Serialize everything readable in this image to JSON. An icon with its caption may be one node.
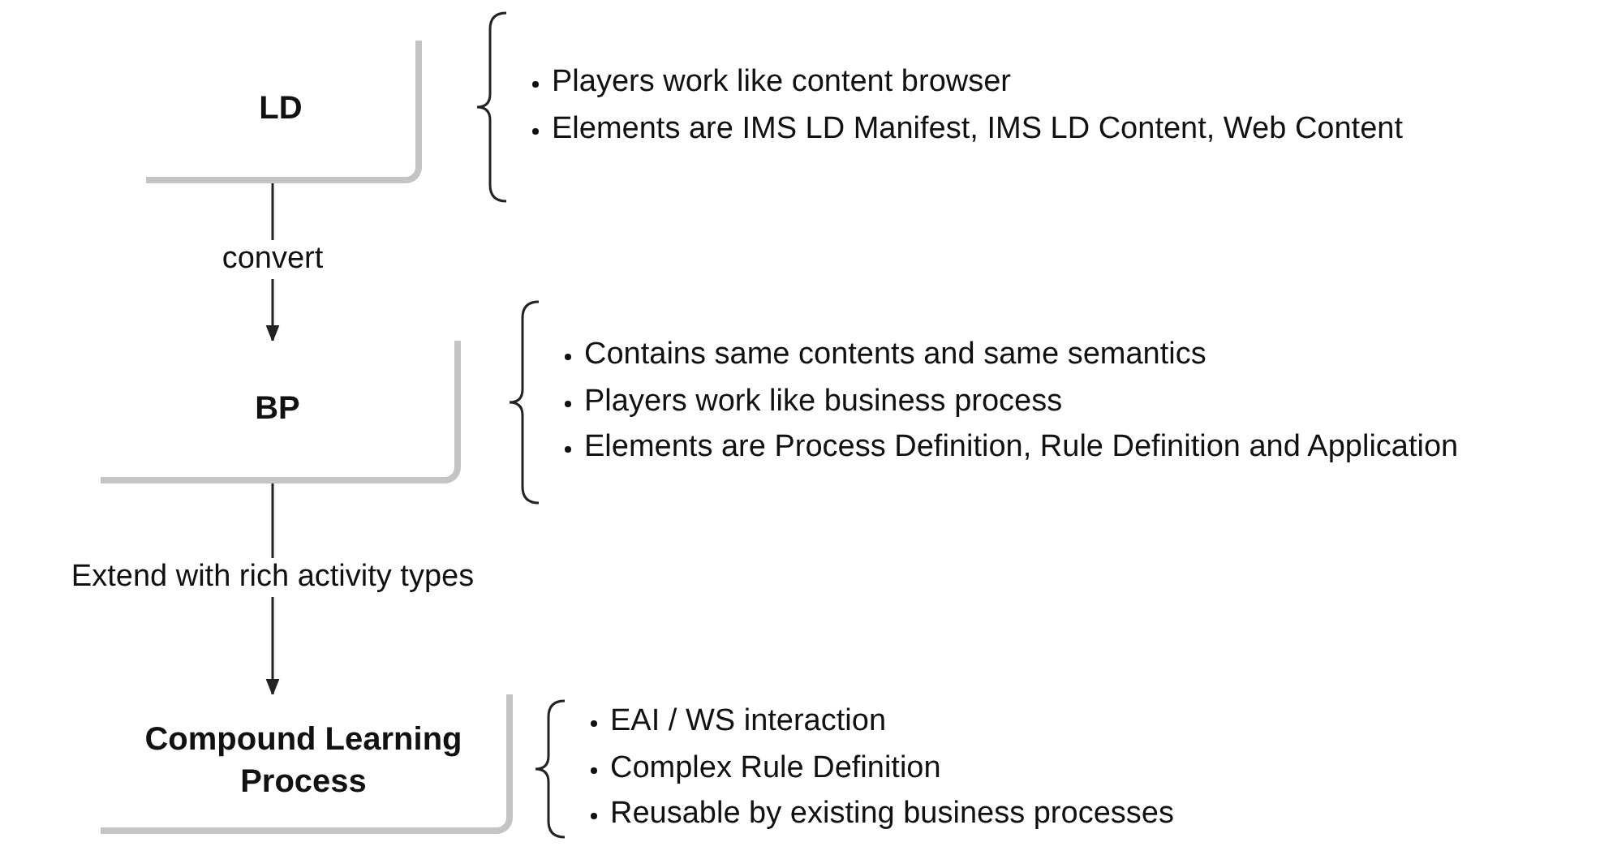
{
  "diagram": {
    "nodes": [
      {
        "text": [
          "LD"
        ],
        "beside": [
          "Players work like content browser",
          "Elements are IMS LD Manifest, IMS LD Content, Web Content"
        ]
      },
      {
        "text": [
          "BP"
        ],
        "beside": [
          "Contains same contents and same semantics",
          "Players work like business process",
          "Elements are Process Definition, Rule Definition and Application"
        ]
      },
      {
        "text": [
          "Compound Learning Process"
        ],
        "beside": [
          "EAI / WS interaction",
          "Complex Rule Definition",
          "Reusable by existing business processes"
        ]
      }
    ],
    "edges": [
      {
        "from": 0,
        "to": 1,
        "arrow": "to",
        "label": "convert"
      },
      {
        "from": 1,
        "to": 2,
        "arrow": "to",
        "label": "Extend with rich activity types"
      }
    ]
  }
}
